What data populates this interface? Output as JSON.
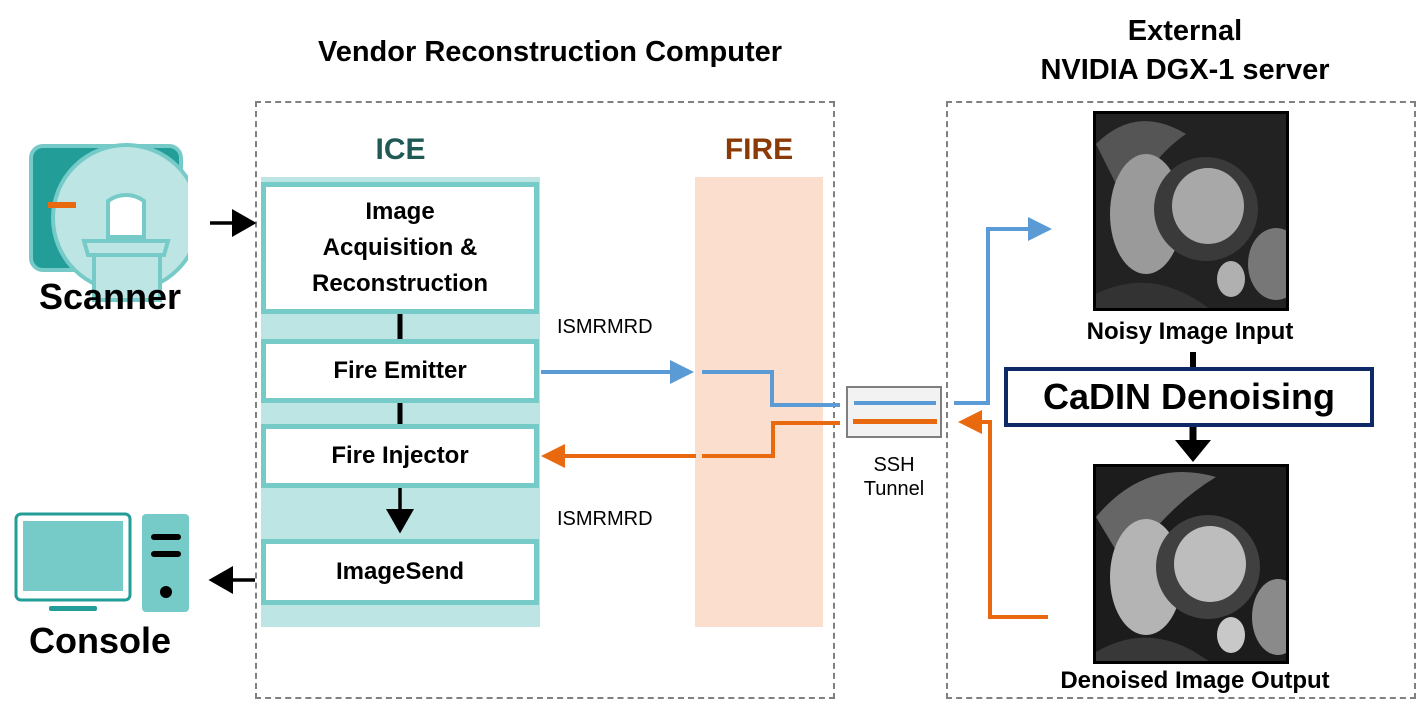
{
  "titles": {
    "vendor": "Vendor Reconstruction Computer",
    "external_line1": "External",
    "external_line2": "NVIDIA DGX-1 server"
  },
  "devices": {
    "scanner": "Scanner",
    "console": "Console"
  },
  "ice": {
    "label": "ICE",
    "blocks": [
      {
        "line1": "Image",
        "line2": "Acquisition &",
        "line3": "Reconstruction"
      },
      {
        "label": "Fire Emitter"
      },
      {
        "label": "Fire Injector"
      },
      {
        "label": "ImageSend"
      }
    ]
  },
  "fire": {
    "label": "FIRE"
  },
  "protocol_labels": {
    "top": "ISMRMRD",
    "bottom": "ISMRMRD"
  },
  "tunnel": {
    "line1": "SSH",
    "line2": "Tunnel"
  },
  "server": {
    "input_caption": "Noisy Image Input",
    "process": "CaDIN Denoising",
    "output_caption": "Denoised Image Output"
  },
  "colors": {
    "ice_bg": "#BDE5E3",
    "ice_border": "#76CBC9",
    "ice_title": "#1F5A55",
    "fire_bg": "#FCDECF",
    "fire_title": "#8B3A05",
    "blue_arrow": "#5B9BD5",
    "orange_arrow": "#E8690E",
    "cadin_border": "#0E2A66"
  }
}
